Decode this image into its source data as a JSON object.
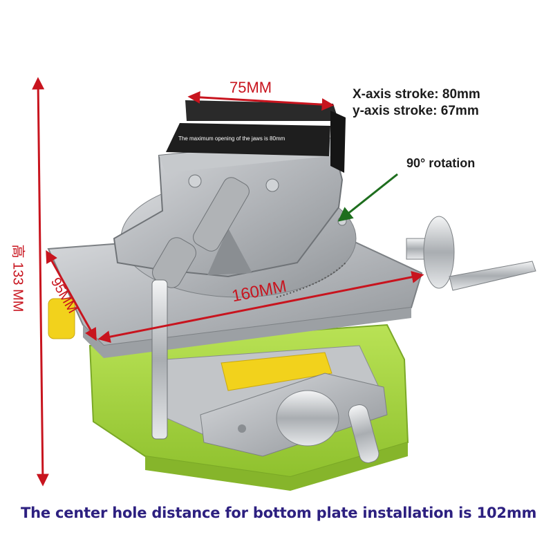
{
  "image": {
    "description_subject": "cross slide vise product photo",
    "colors": {
      "red_dimension": "#c8141e",
      "footer_text": "#2d2080",
      "base_green": "#a8d640",
      "metal": "#b9bcc0",
      "jaw_pad": "#202020",
      "knob_yellow": "#f2d21c",
      "rotation_arrow": "#1e6e1e"
    }
  },
  "dimensions": {
    "jaw_width": "75MM",
    "height": "高 133 MM",
    "depth": "95MM",
    "length": "160MM"
  },
  "specs": {
    "x_stroke": "X-axis stroke: 80mm",
    "y_stroke": "y-axis stroke: 67mm",
    "rotation": "90° rotation",
    "jaw_opening_note": "The maximum opening of the jaws is 80mm"
  },
  "footer": {
    "text": "The center hole distance for bottom plate installation is 102mm"
  }
}
